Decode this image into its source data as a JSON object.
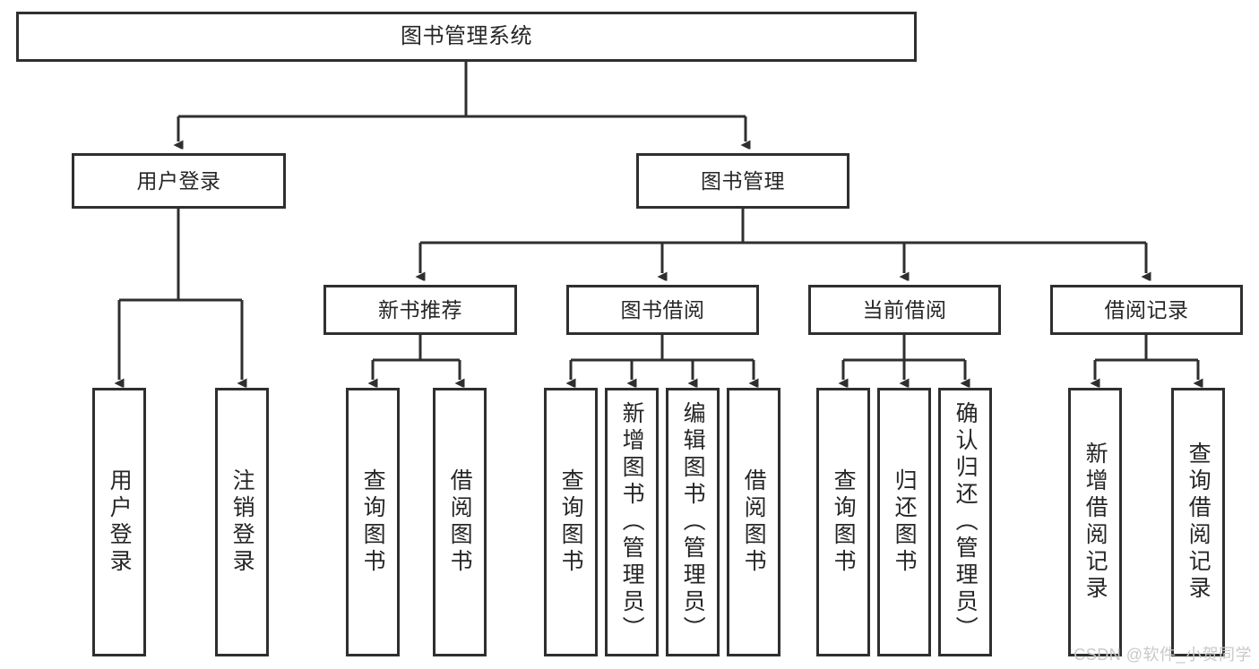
{
  "diagram": {
    "title": "图书管理系统",
    "type": "tree",
    "watermark": "CSDN @软件_小贺同学",
    "colors": {
      "border": "#2f2f2f",
      "background": "#ffffff",
      "text": "#262626",
      "edge": "#2f2f2f",
      "watermark": "#c9c9c9"
    },
    "nodes": {
      "root": {
        "label": "图书管理系统"
      },
      "level2": [
        {
          "id": "user-login",
          "label": "用户登录"
        },
        {
          "id": "book-manage",
          "label": "图书管理"
        }
      ],
      "level3": [
        {
          "id": "new-book-recommend",
          "label": "新书推荐"
        },
        {
          "id": "book-borrow",
          "label": "图书借阅"
        },
        {
          "id": "current-borrow",
          "label": "当前借阅"
        },
        {
          "id": "borrow-record",
          "label": "借阅记录"
        }
      ],
      "leaves": {
        "user_login": [
          {
            "id": "leaf-user-login",
            "label": "用户登录"
          },
          {
            "id": "leaf-logout-login",
            "label": "注销登录"
          }
        ],
        "new_book_recommend": [
          {
            "id": "leaf-query-book-1",
            "label": "查询图书"
          },
          {
            "id": "leaf-borrow-book-1",
            "label": "借阅图书"
          }
        ],
        "book_borrow": [
          {
            "id": "leaf-query-book-2",
            "label": "查询图书"
          },
          {
            "id": "leaf-add-book",
            "label": "新增图书（管理员）"
          },
          {
            "id": "leaf-edit-book",
            "label": "编辑图书（管理员）"
          },
          {
            "id": "leaf-borrow-book-2",
            "label": "借阅图书"
          }
        ],
        "current_borrow": [
          {
            "id": "leaf-query-book-3",
            "label": "查询图书"
          },
          {
            "id": "leaf-return-book",
            "label": "归还图书"
          },
          {
            "id": "leaf-confirm-return",
            "label": "确认归还（管理员）"
          }
        ],
        "borrow_record": [
          {
            "id": "leaf-add-record",
            "label": "新增借阅记录"
          },
          {
            "id": "leaf-query-record",
            "label": "查询借阅记录"
          }
        ]
      }
    }
  }
}
